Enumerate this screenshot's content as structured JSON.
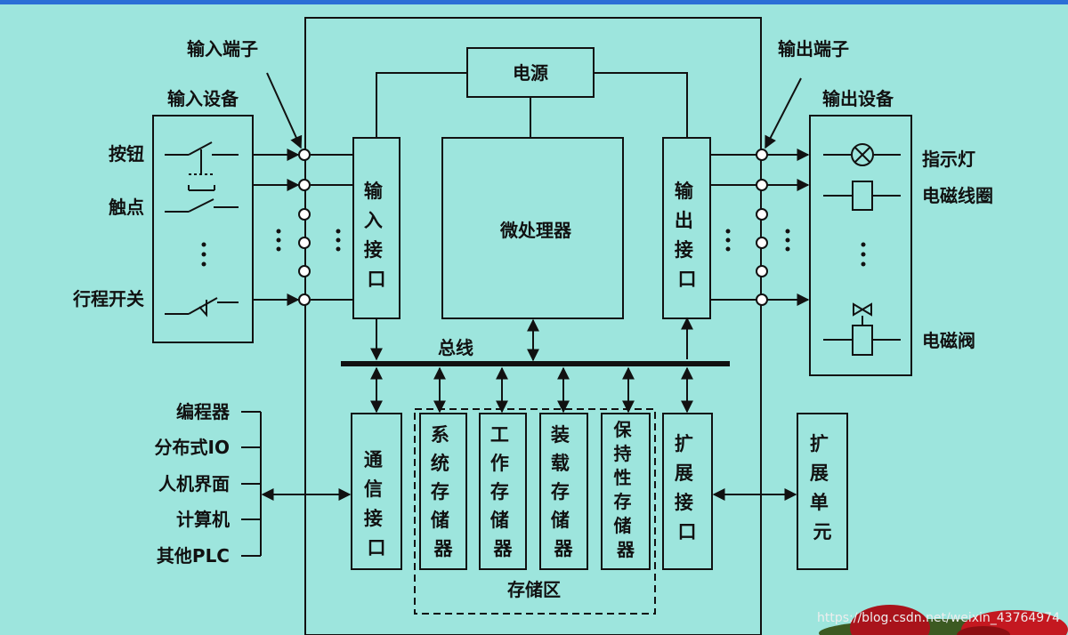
{
  "labels": {
    "input_terminal": "输入端子",
    "input_device": "输入设备",
    "output_terminal": "输出端子",
    "output_device": "输出设备",
    "button": "按钮",
    "contact": "触点",
    "limit_switch": "行程开关",
    "indicator_lamp": "指示灯",
    "solenoid_coil": "电磁线圈",
    "solenoid_valve": "电磁阀",
    "power": "电源",
    "microprocessor": "微处理器",
    "bus": "总线",
    "storage_area": "存储区",
    "programmer": "编程器",
    "distributed_io": "分布式IO",
    "hmi": "人机界面",
    "computer": "计算机",
    "other_plc": "其他PLC"
  },
  "vertical_boxes": {
    "input_interface": [
      "输",
      "入",
      "接",
      "口"
    ],
    "output_interface": [
      "输",
      "出",
      "接",
      "口"
    ],
    "comm_interface": [
      "通",
      "信",
      "接",
      "口"
    ],
    "system_memory": [
      "系",
      "统",
      "存",
      "储",
      "器"
    ],
    "work_memory": [
      "工",
      "作",
      "存",
      "储",
      "器"
    ],
    "load_memory": [
      "装",
      "载",
      "存",
      "储",
      "器"
    ],
    "retentive_memory": [
      "保",
      "持",
      "性",
      "存",
      "储",
      "器"
    ],
    "expansion_interface": [
      "扩",
      "展",
      "接",
      "口"
    ],
    "expansion_unit": [
      "扩",
      "展",
      "单",
      "元"
    ]
  },
  "watermark": "https://blog.csdn.net/weixin_43764974",
  "colors": {
    "background": "#9de5dd",
    "stroke": "#111111",
    "top_bar": "#2a6fd6"
  }
}
